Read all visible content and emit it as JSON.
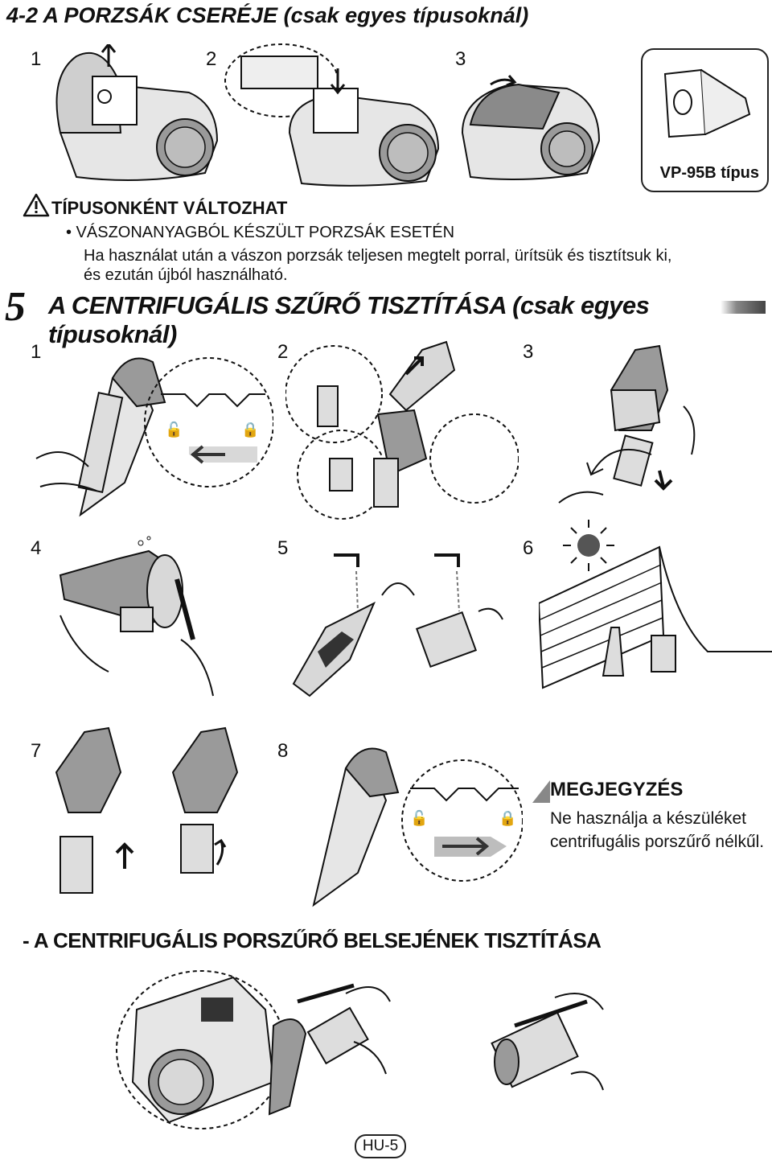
{
  "section_4_2": {
    "title": "4-2 A PORZSÁK CSERÉJE (csak egyes típusoknál)",
    "step_numbers": [
      "1",
      "2",
      "3"
    ],
    "model_box_label": "VP-95B típus"
  },
  "warning": {
    "title": "TÍPUSONKÉNT VÁLTOZHAT",
    "bullet": "• VÁSZONANYAGBÓL KÉSZÜLT PORZSÁK ESETÉN",
    "line1": "Ha használat után a vászon porzsák teljesen megtelt porral, ürítsük és tisztítsuk ki,",
    "line2": "és ezután újból használható."
  },
  "section_5": {
    "number": "5",
    "title": "A CENTRIFUGÁLIS SZŰRŐ TISZTÍTÁSA (csak egyes típusoknál)",
    "step_numbers": [
      "1",
      "2",
      "3",
      "4",
      "5",
      "6",
      "7",
      "8"
    ]
  },
  "note": {
    "title": "MEGJEGYZÉS",
    "line1": "Ne használja a készüléket",
    "line2": "centrifugális porszűrő nélkűl."
  },
  "subsection": {
    "title": "- A CENTRIFUGÁLIS PORSZŰRŐ BELSEJÉNEK TISZTÍTÁSA"
  },
  "footer": {
    "page_number": "HU-5"
  },
  "colors": {
    "ink": "#111111",
    "gray_light": "#d8d8d8",
    "gray_mid": "#9a9a9a",
    "gray_dark": "#555555"
  }
}
